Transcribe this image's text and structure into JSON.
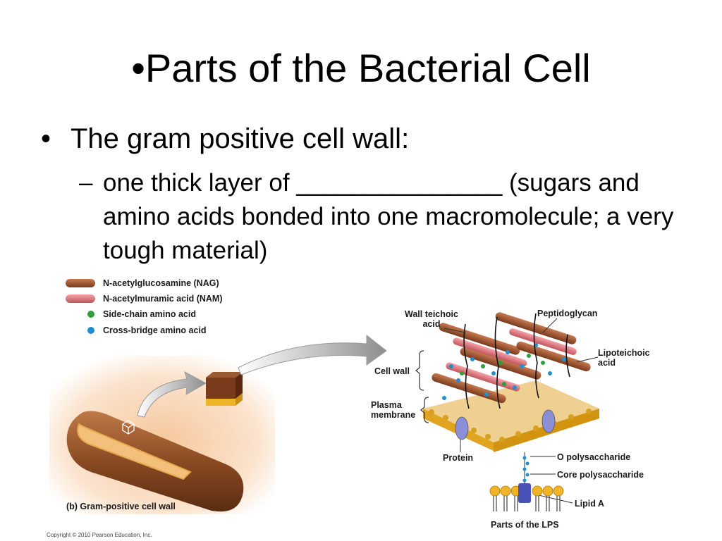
{
  "slide": {
    "title": "•Parts of the Bacterial Cell",
    "bullet1": {
      "marker": "•",
      "text": "The gram positive cell wall:"
    },
    "bullet2": {
      "marker": "–",
      "text": "one thick layer of _______________ (sugars and amino acids bonded into one macromolecule; a very tough material)"
    }
  },
  "figure": {
    "legend": [
      {
        "label": "N-acetylglucosamine (NAG)",
        "color": "#a0522d"
      },
      {
        "label": "N-acetylmuramic acid (NAM)",
        "color": "#d9707a"
      },
      {
        "label": "Side-chain amino acid",
        "color": "#2e9e3e"
      },
      {
        "label": "Cross-bridge amino acid",
        "color": "#1f8fd0"
      }
    ],
    "caption": "(b) Gram-positive cell wall",
    "labels": {
      "wall_teichoic_acid": "Wall teichoic\nacid",
      "peptidoglycan": "Peptidoglycan",
      "lipoteichoic_acid": "Lipoteichoic\nacid",
      "cell_wall": "Cell wall",
      "plasma_membrane": "Plasma\nmembrane",
      "protein": "Protein",
      "o_polysaccharide": "O polysaccharide",
      "core_polysaccharide": "Core polysaccharide",
      "lipid_a": "Lipid A",
      "parts_of_lps": "Parts of the LPS"
    },
    "copyright": "Copyright © 2010 Pearson Education, Inc."
  }
}
